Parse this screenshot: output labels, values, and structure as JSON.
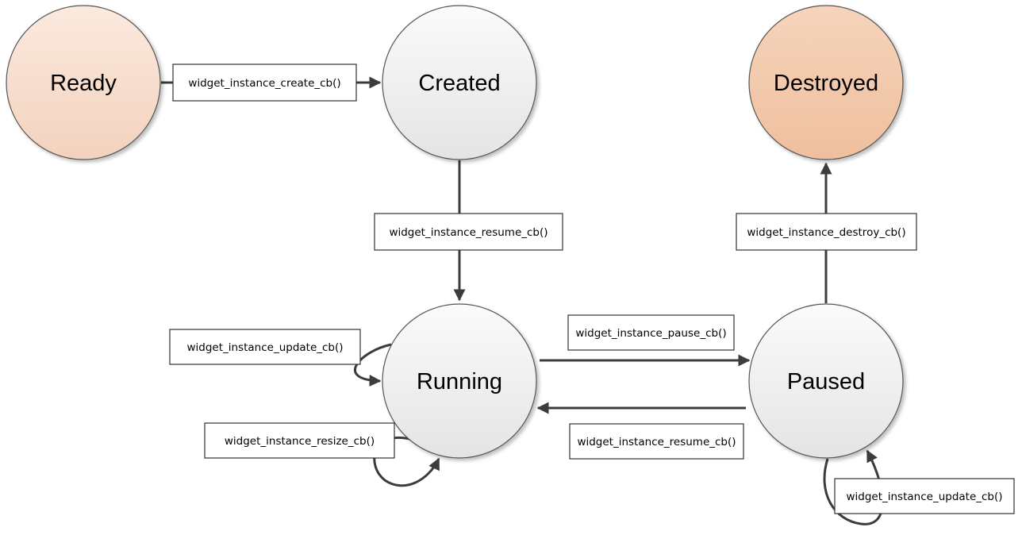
{
  "states": {
    "ready": "Ready",
    "created": "Created",
    "destroyed": "Destroyed",
    "running": "Running",
    "paused": "Paused"
  },
  "callbacks": {
    "create": "widget_instance_create_cb()",
    "resume_created": "widget_instance_resume_cb()",
    "destroy": "widget_instance_destroy_cb()",
    "update_running": "widget_instance_update_cb()",
    "pause": "widget_instance_pause_cb()",
    "resize": "widget_instance_resize_cb()",
    "resume_paused": "widget_instance_resume_cb()",
    "update_paused": "widget_instance_update_cb()"
  },
  "colors": {
    "ready_fill_light": "#fbeadf",
    "ready_fill_dark": "#f3d2bd",
    "destroyed_fill_light": "#f6d4bc",
    "destroyed_fill_dark": "#efbf9d",
    "neutral_fill_light": "#fbfbfb",
    "neutral_fill_dark": "#e6e6e6",
    "edge": "#3c3c3c"
  }
}
